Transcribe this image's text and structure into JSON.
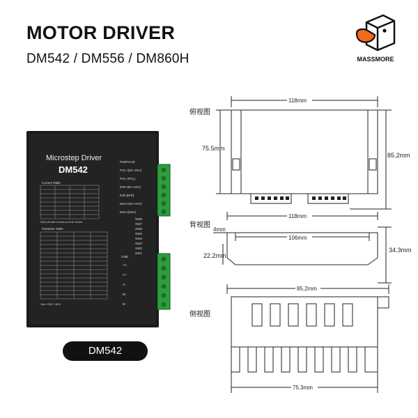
{
  "header": {
    "title": "MOTOR DRIVER",
    "subtitle": "DM542 / DM556 / DM860H"
  },
  "brand": {
    "name": "MASSMORE",
    "accent": "#f26b1d"
  },
  "driver": {
    "panel_title": "Microstep Driver",
    "model": "DM542",
    "pins_top": [
      "PWR/ALM",
      "PUL+(5V~24V)",
      "PUL-(PUL)",
      "DIR+(5V~24V)",
      "DIR-(DIR)",
      "ENA+(5V~24V)",
      "ENA-(ENA)"
    ],
    "switches": [
      "SW8",
      "SW7",
      "SW6",
      "SW5",
      "SW4",
      "SW3",
      "SW2",
      "SW1"
    ],
    "pins_bottom": [
      "GND",
      "+V",
      "A+",
      "A-",
      "B+",
      "B-"
    ],
    "current_table_label": "Current Table",
    "pulse_table_label": "Pulse/rev Table",
    "sw4_note": "SW4 off=Half Current,on=Full Current",
    "voltage_note": "Vdc:+20V~+50V",
    "terminal_color": "#2e9d3e"
  },
  "model_pill": "DM542",
  "dimensions": {
    "top_view_label": "俯视图",
    "back_view_label": "背视图",
    "side_view_label": "侧视图",
    "top_width": "118mm",
    "top_height_left": "75.5mm",
    "top_height_right": "85.2mm",
    "back_width_outer": "118mm",
    "back_width_inner": "106mm",
    "back_left_small": "4mm",
    "back_left_height": "22.2mm",
    "back_right_height": "34.3mm",
    "side_width_top": "85.2mm",
    "side_width_bottom": "75.3mm"
  }
}
